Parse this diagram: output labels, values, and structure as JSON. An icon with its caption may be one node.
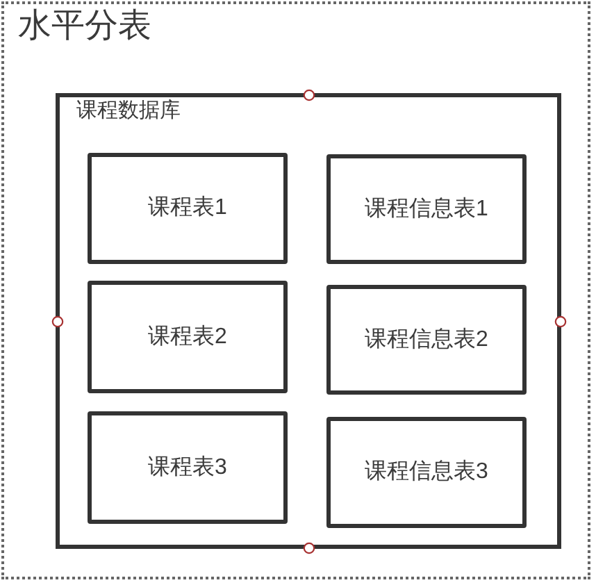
{
  "diagram": {
    "nodes": [
      {
        "text": [
          "水平分表"
        ]
      },
      {
        "text": [
          "课程数据库"
        ],
        "in": 0
      },
      {
        "text": [
          "课程表1"
        ],
        "in": 1
      },
      {
        "text": [
          "课程信息表1"
        ],
        "in": 1
      },
      {
        "text": [
          "课程表2"
        ],
        "in": 1
      },
      {
        "text": [
          "课程信息表2"
        ],
        "in": 1
      },
      {
        "text": [
          "课程表3"
        ],
        "in": 1
      },
      {
        "text": [
          "课程信息表3"
        ],
        "in": 1
      }
    ]
  }
}
